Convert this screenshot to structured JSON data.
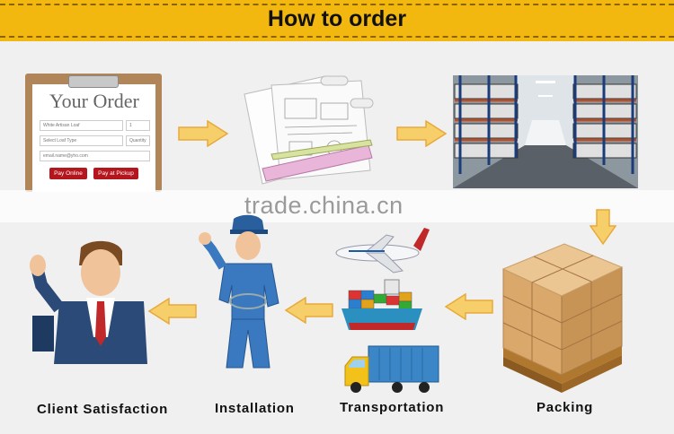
{
  "header": {
    "title": "How to order"
  },
  "watermark": "trade.china.cn",
  "order_form": {
    "title": "Your Order",
    "fields": [
      "White Artisan Loaf",
      "1",
      "Select Loaf Type",
      "Quantity",
      "email.name@yho.com"
    ],
    "buttons": [
      "Pay Online",
      "Pay at Pickup"
    ]
  },
  "steps": {
    "packing": "Packing",
    "transportation": "Transportation",
    "installation": "Installation",
    "client_satisfaction": "Client Satisfaction"
  },
  "colors": {
    "banner": "#f2b80f",
    "arrow": "#f4c24a",
    "button": "#b5161d"
  }
}
